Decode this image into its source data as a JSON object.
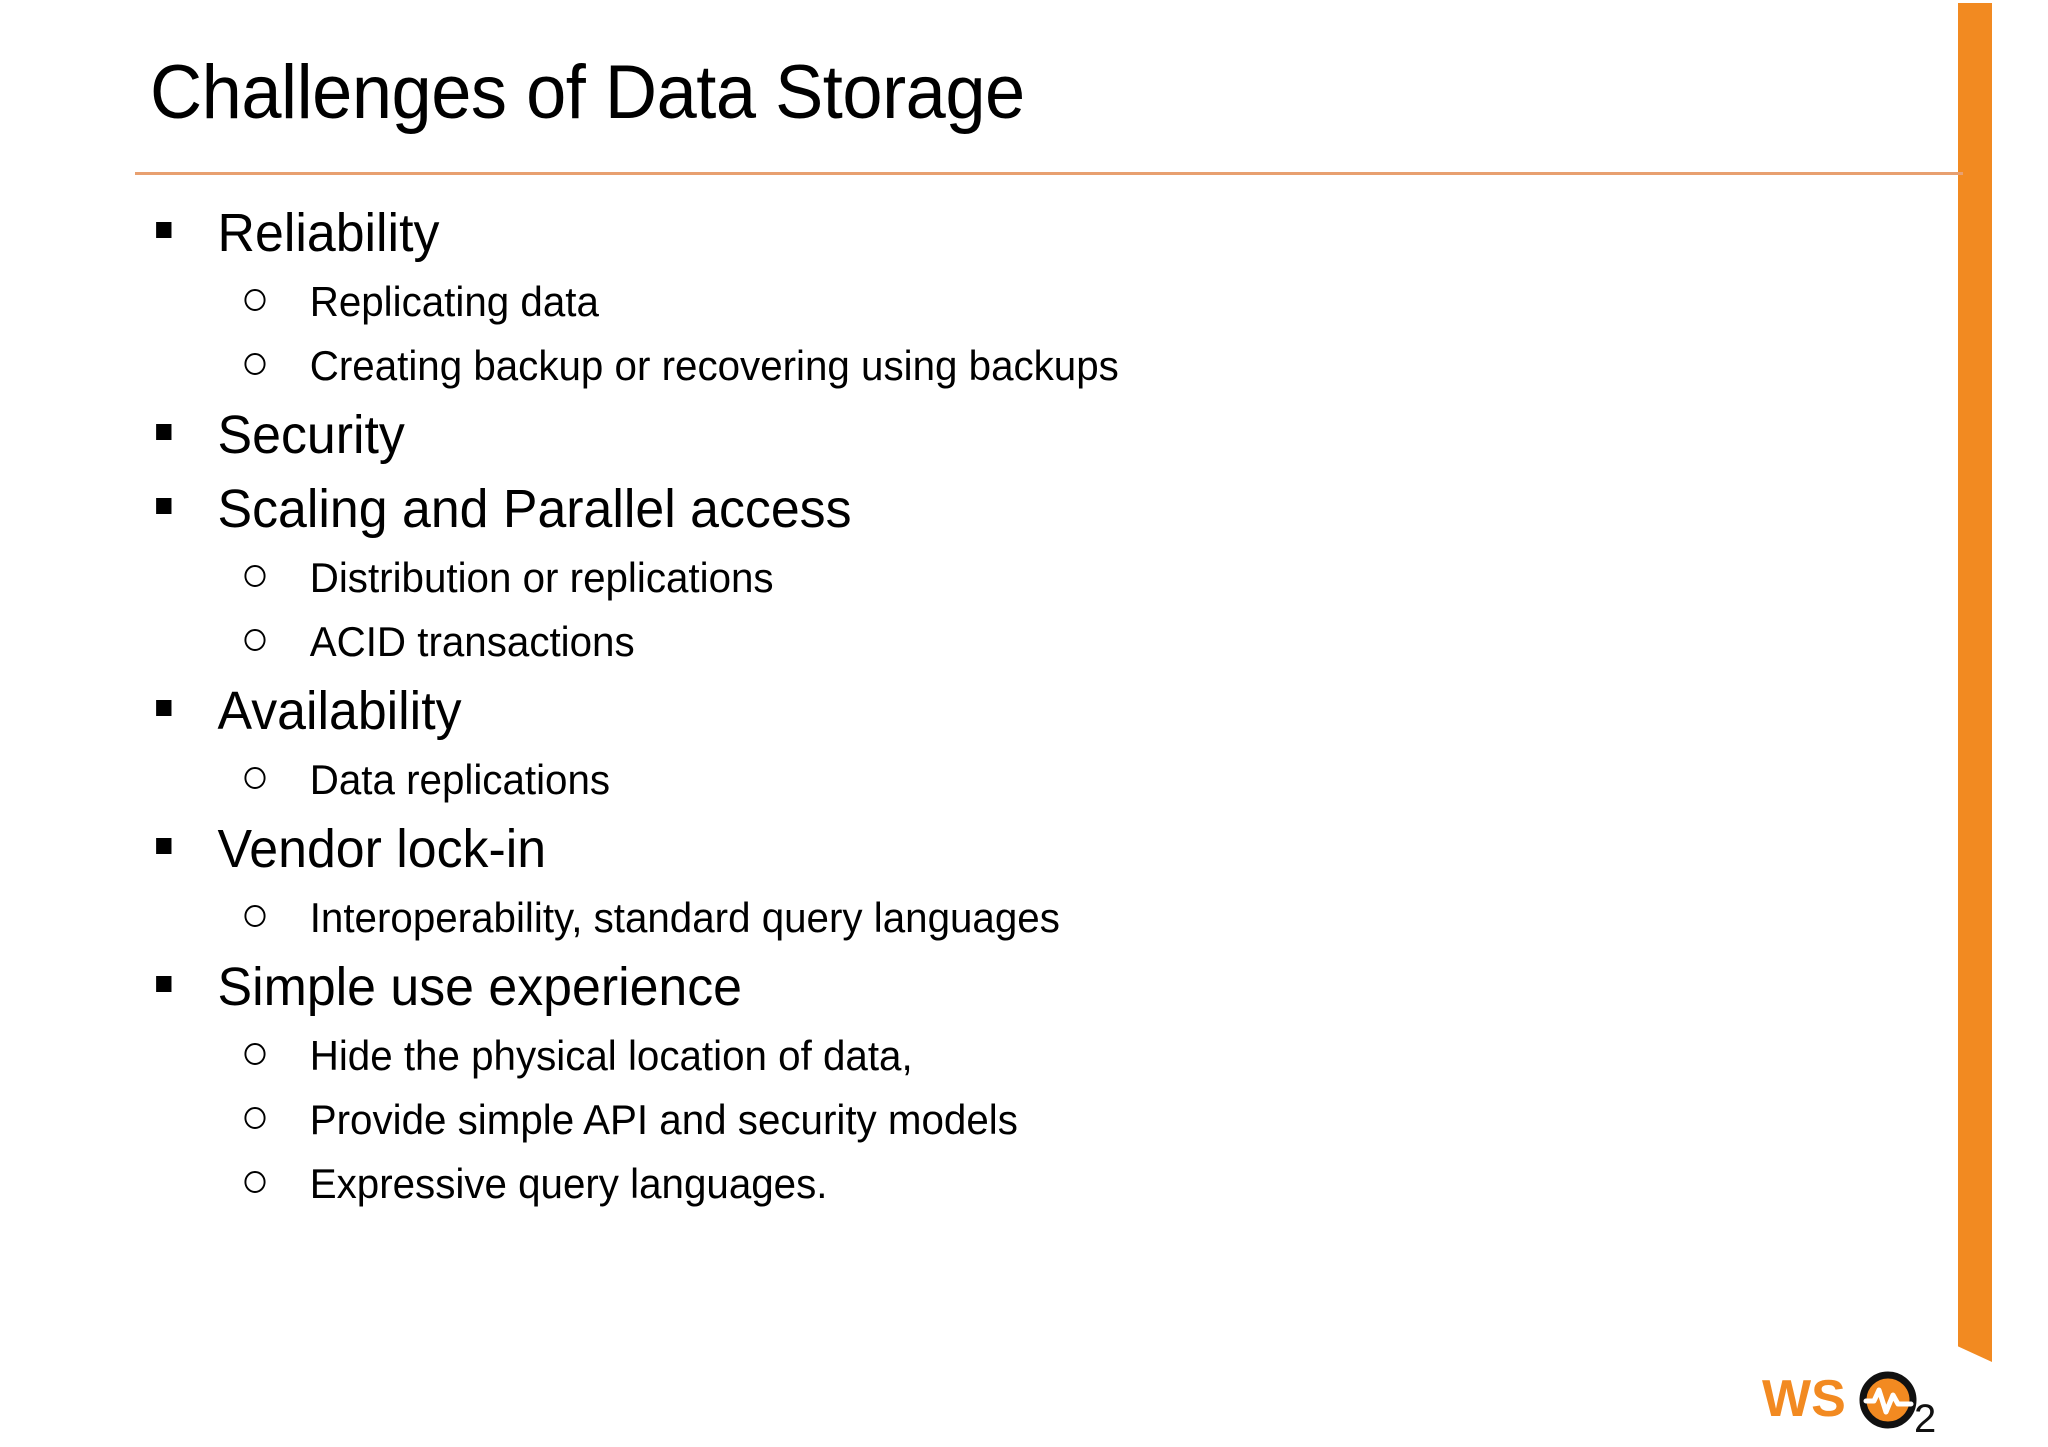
{
  "slide": {
    "title": "Challenges of Data Storage",
    "accent_color": "#F28A21",
    "rule_color": "#E8A070",
    "background_color": "#FFFFFF",
    "text_color": "#000000",
    "bullets": [
      {
        "label": "Reliability",
        "marker": "filled-square",
        "sub": [
          {
            "label": "Replicating data",
            "marker": "hollow-circle"
          },
          {
            "label": "Creating backup or recovering using backups",
            "marker": "hollow-circle"
          }
        ]
      },
      {
        "label": "Security",
        "marker": "filled-square",
        "sub": []
      },
      {
        "label": "Scaling and Parallel access",
        "marker": "filled-square",
        "sub": [
          {
            "label": "Distribution or replications",
            "marker": "hollow-circle"
          },
          {
            "label": "ACID transactions",
            "marker": "hollow-circle"
          }
        ]
      },
      {
        "label": "Availability",
        "marker": "filled-square",
        "sub": [
          {
            "label": "Data replications",
            "marker": "hollow-circle"
          }
        ]
      },
      {
        "label": "Vendor lock-in",
        "marker": "filled-square",
        "sub": [
          {
            "label": "Interoperability, standard query languages",
            "marker": "hollow-circle"
          }
        ]
      },
      {
        "label": "Simple use experience",
        "marker": "filled-square",
        "sub": [
          {
            "label": "Hide the physical location of data,",
            "marker": "hollow-circle"
          },
          {
            "label": "Provide simple API and security models",
            "marker": "hollow-circle"
          },
          {
            "label": "Expressive query languages.",
            "marker": "hollow-circle"
          }
        ]
      }
    ]
  },
  "logo": {
    "name": "wso2-logo",
    "text_ws": "WS",
    "text_subscript": "2",
    "mark_color": "#F28A21",
    "ring_color": "#1A1A1A"
  }
}
